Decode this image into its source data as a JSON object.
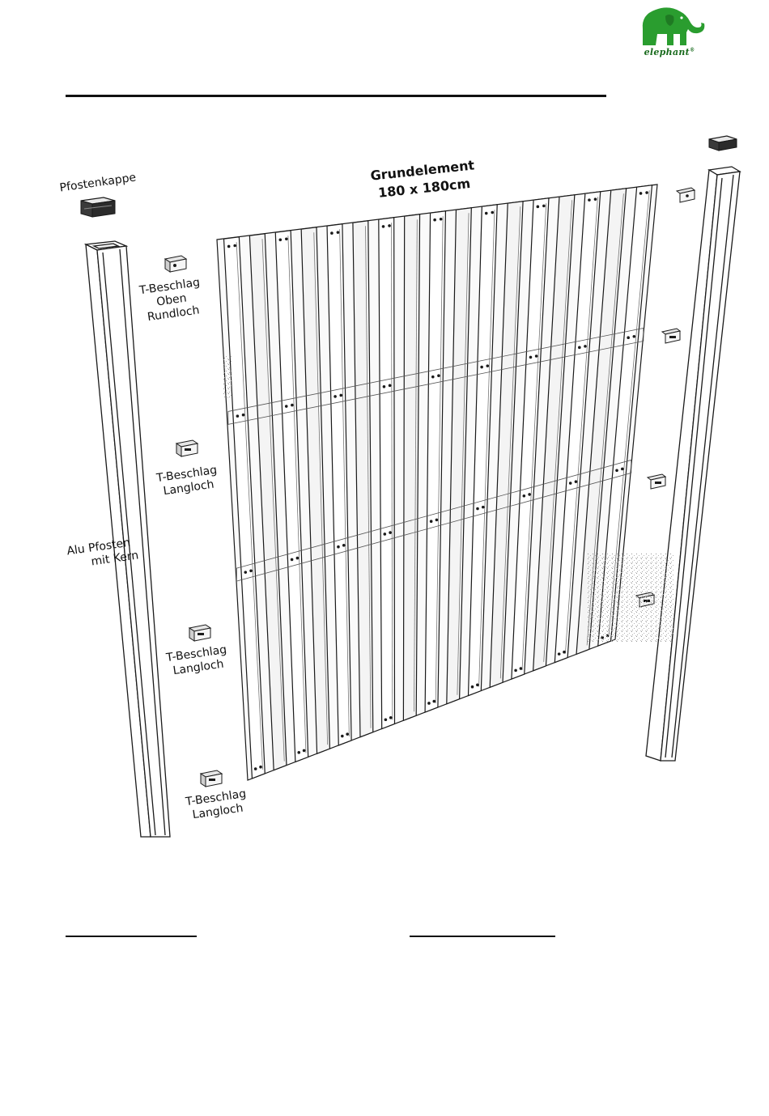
{
  "brand": {
    "name": "elephant",
    "registered_mark": "®",
    "color": "#2a9d2f",
    "text_color": "#1a6b1e",
    "icon": "elephant-logo-icon"
  },
  "diagram": {
    "title_line1": "Grundelement",
    "title_line2": "180 x 180cm",
    "post_cap_label": "Pfostenkappe",
    "post_label_line1": "Alu Pfosten",
    "post_label_line2": "mit Kern",
    "bracket_top_line1": "T-Beschlag",
    "bracket_top_line2": "Oben",
    "bracket_top_line3": "Rundloch",
    "bracket_slot_line1": "T-Beschlag",
    "bracket_slot_line2": "Langloch",
    "bracket_slot2_line1": "T-Beschlag",
    "bracket_slot2_line2": "Langloch",
    "bracket_slot3_line1": "T-Beschlag",
    "bracket_slot3_line2": "Langloch",
    "line_color": "#1a1a1a",
    "cap_color": "#2b2b2b"
  }
}
